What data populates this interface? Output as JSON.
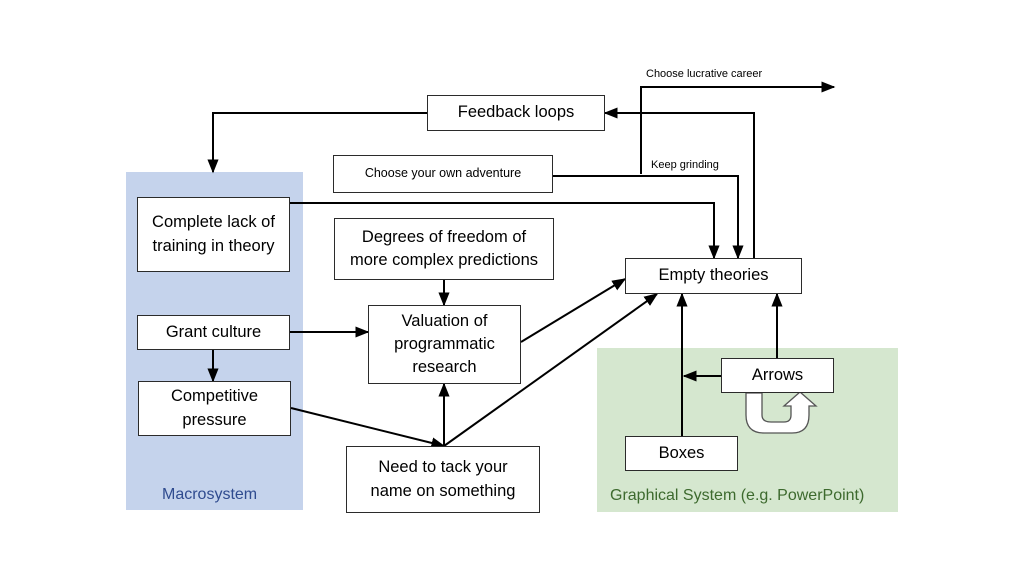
{
  "regions": {
    "macrosystem": {
      "label": "Macrosystem",
      "fill": "#c5d3ec",
      "label_color": "#2f4b8f"
    },
    "graphical": {
      "label": "Graphical System (e.g. PowerPoint)",
      "fill": "#d5e7cf",
      "label_color": "#3d6a2e"
    }
  },
  "nodes": {
    "feedback_loops": "Feedback loops",
    "choose_adventure": "Choose your own adventure",
    "lack_training": "Complete lack of\ntraining in theory",
    "degrees_freedom": "Degrees of freedom of\nmore complex predictions",
    "empty_theories": "Empty theories",
    "grant_culture": "Grant culture",
    "valuation": "Valuation of\nprogrammatic\nresearch",
    "competitive_pressure": "Competitive\npressure",
    "arrows": "Arrows",
    "boxes": "Boxes",
    "tack_name": "Need to tack your\nname on something"
  },
  "edge_labels": {
    "lucrative": "Choose lucrative career",
    "keep_grinding": "Keep grinding"
  },
  "colors": {
    "line": "#000000",
    "box_border": "#2b2b2b"
  }
}
